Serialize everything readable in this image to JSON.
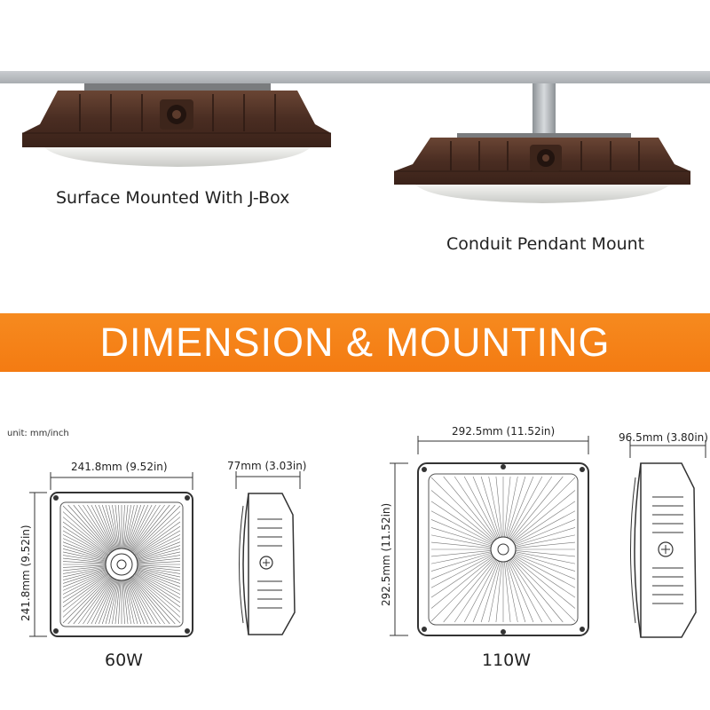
{
  "mounting": {
    "surface_caption": "Surface Mounted With J-Box",
    "pendant_caption": "Conduit Pendant Mount"
  },
  "banner": {
    "title": "DIMENSION & MOUNTING"
  },
  "diagram": {
    "unit_note": "unit: mm/inch",
    "products": [
      {
        "wattage": "60W",
        "front_width": "241.8mm (9.52in)",
        "front_height": "241.8mm (9.52in)",
        "side_depth": "77mm (3.03in)"
      },
      {
        "wattage": "110W",
        "front_width": "292.5mm (11.52in)",
        "front_height": "292.5mm (11.52in)",
        "side_depth": "96.5mm (3.80in)"
      }
    ]
  },
  "colors": {
    "banner_orange": "#f5811a",
    "housing_bronze": "#4e3125",
    "ceiling_gray": "#b6babd"
  }
}
